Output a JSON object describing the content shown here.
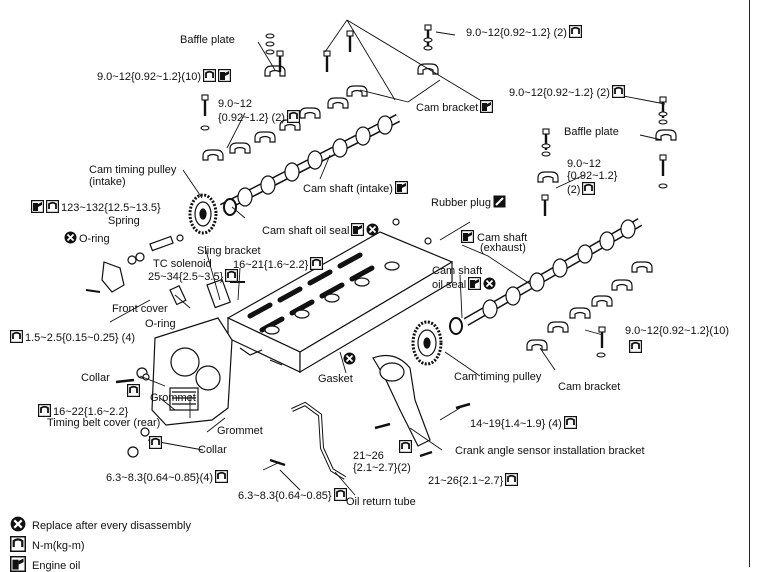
{
  "colors": {
    "line": "#111111",
    "paper": "#ffffff"
  },
  "labels": {
    "baffle_plate_1": "Baffle plate",
    "torque_top_right": "9.0~12{0.92~1.2} (2)",
    "torque_left_top": "9.0~12{0.92~1.2}(10)",
    "torque_left_mid_a": "9.0~12",
    "torque_left_mid_b": "{0.92~1.2} (2)",
    "cam_bracket_top": "Cam bracket",
    "torque_right_top": "9.0~12{0.92~1.2} (2)",
    "baffle_plate_2": "Baffle plate",
    "torque_right_mid_a": "9.0~12",
    "torque_right_mid_b": "{0.92~1.2}",
    "torque_right_mid_c": "(2)",
    "cam_timing_pulley_intake_a": "Cam timing pulley",
    "cam_timing_pulley_intake_b": "(intake)",
    "cam_shaft_intake": "Cam shaft (intake)",
    "torque_pulley": "123~132{12.5~13.5}",
    "spring": "Spring",
    "o_ring_1": "O-ring",
    "rubber_plug": "Rubber plug",
    "cam_shaft_oil_seal_1": "Cam shaft oil seal",
    "cam_shaft_exhaust_a": "Cam shaft",
    "cam_shaft_exhaust_b": "(exhaust)",
    "sling_bracket": "Sling bracket",
    "tc_solenoid": "TC solenoid",
    "torque_sling": "16~21{1.6~2.2}",
    "torque_tc": "25~34{2.5~3.5}",
    "cam_shaft_oil_seal_2a": "Cam shaft",
    "cam_shaft_oil_seal_2b": "oil seal",
    "front_cover": "Front cover",
    "o_ring_2": "O-ring",
    "torque_front": "1.5~2.5{0.15~0.25} (4)",
    "torque_bottom_right": "9.0~12{0.92~1.2}(10)",
    "collar_1": "Collar",
    "gasket": "Gasket",
    "cam_timing_pulley_2": "Cam timing pulley",
    "cam_bracket_bottom": "Cam bracket",
    "grommet_1": "Grommet",
    "torque_16_22": "16~22{1.6~2.2}",
    "timing_belt_cover": "Timing belt cover (rear)",
    "grommet_2": "Grommet",
    "torque_14_19": "14~19{1.4~1.9} (4)",
    "collar_2": "Collar",
    "torque_21_26a": "21~26",
    "torque_21_26b": "{2.1~2.7}(2)",
    "torque_21_26c": "21~26{2.1~2.7}",
    "crank_angle": "Crank angle sensor installation bracket",
    "torque_6_3_a": "6.3~8.3{0.64~0.85}(4)",
    "torque_6_3_b": "6.3~8.3{0.64~0.85}",
    "oil_return_tube": "Oil return tube"
  },
  "legend": [
    {
      "icon": "replace-icon",
      "text": "Replace after every disassembly"
    },
    {
      "icon": "torque-icon",
      "text": "N-m(kg-m)"
    },
    {
      "icon": "engine-oil-icon",
      "text": "Engine oil"
    }
  ]
}
